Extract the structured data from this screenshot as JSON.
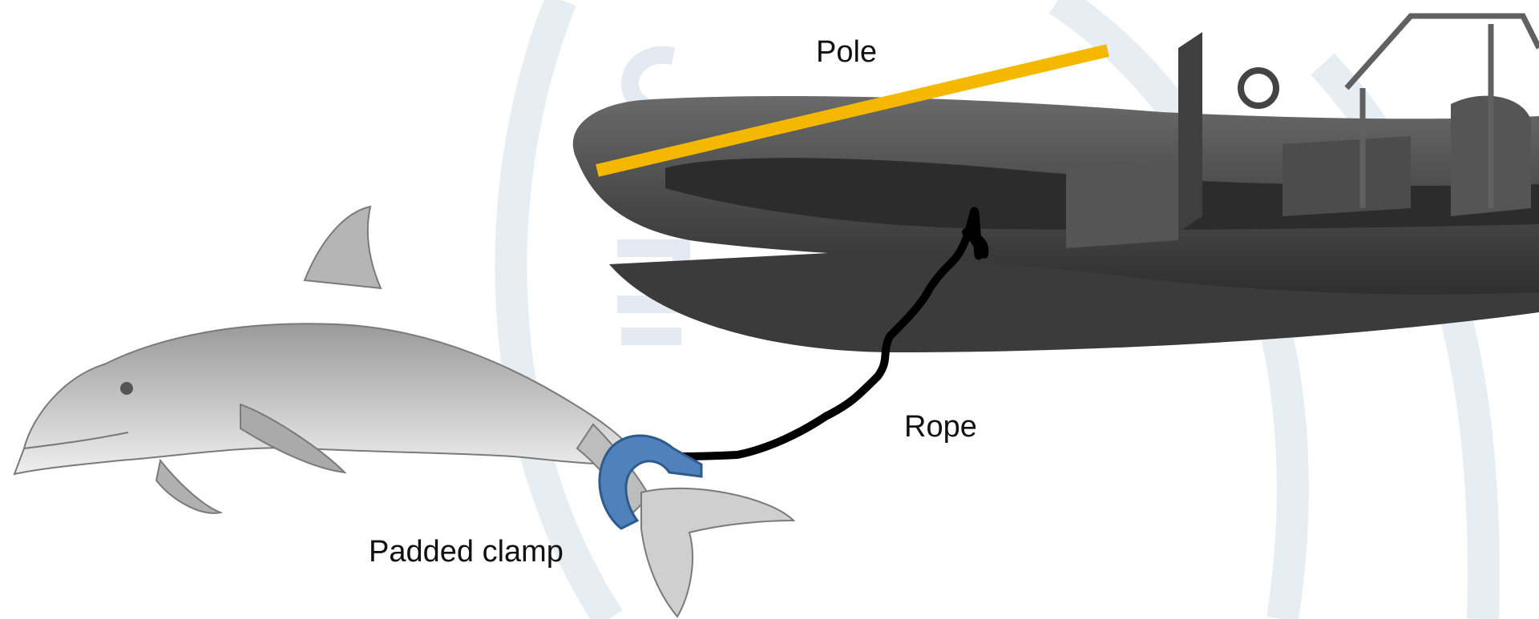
{
  "labels": {
    "pole": "Pole",
    "rope": "Rope",
    "clamp": "Padded clamp"
  },
  "colors": {
    "pole": "#f5b800",
    "rope": "#000000",
    "clamp": "#4f81bd",
    "clamp_outline": "#2e5c8a",
    "boat": "#4a4a4a",
    "watermark": "#e6edf3"
  },
  "icons": [
    "dolphin-drawing",
    "inflatable-boat",
    "padded-clamp",
    "rope",
    "pole"
  ]
}
